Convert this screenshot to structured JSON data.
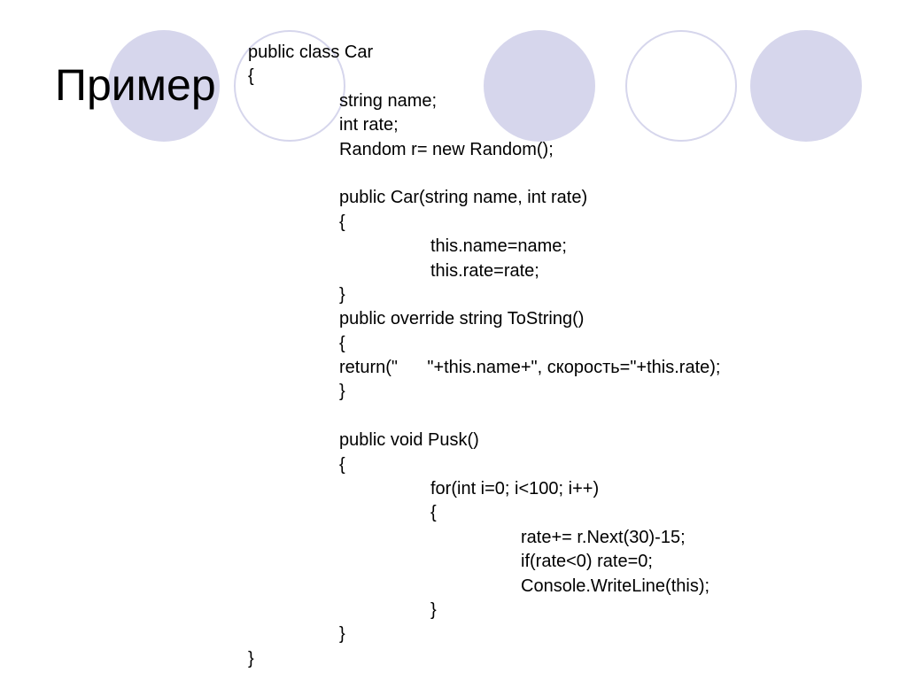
{
  "slide": {
    "title": "Пример",
    "code_lines": [
      "public class Car",
      "{",
      "string name;",
      "int rate;",
      "Random r= new Random();",
      "",
      "public Car(string name, int rate)",
      "{",
      "this.name=name;",
      "this.rate=rate;",
      "}",
      "public override string ToString()",
      "{",
      "return(\"      \"+this.name+\", скорость=\"+this.rate);",
      "}",
      "",
      "public void Pusk()",
      "{",
      "for(int i=0; i<100; i++)",
      "{",
      "rate+= r.Next(30)-15;",
      "if(rate<0) rate=0;",
      "Console.WriteLine(this);",
      "}",
      "}",
      "}"
    ]
  },
  "colors": {
    "circle_fill": "#d6d6ec",
    "text": "#000000",
    "background": "#ffffff"
  }
}
